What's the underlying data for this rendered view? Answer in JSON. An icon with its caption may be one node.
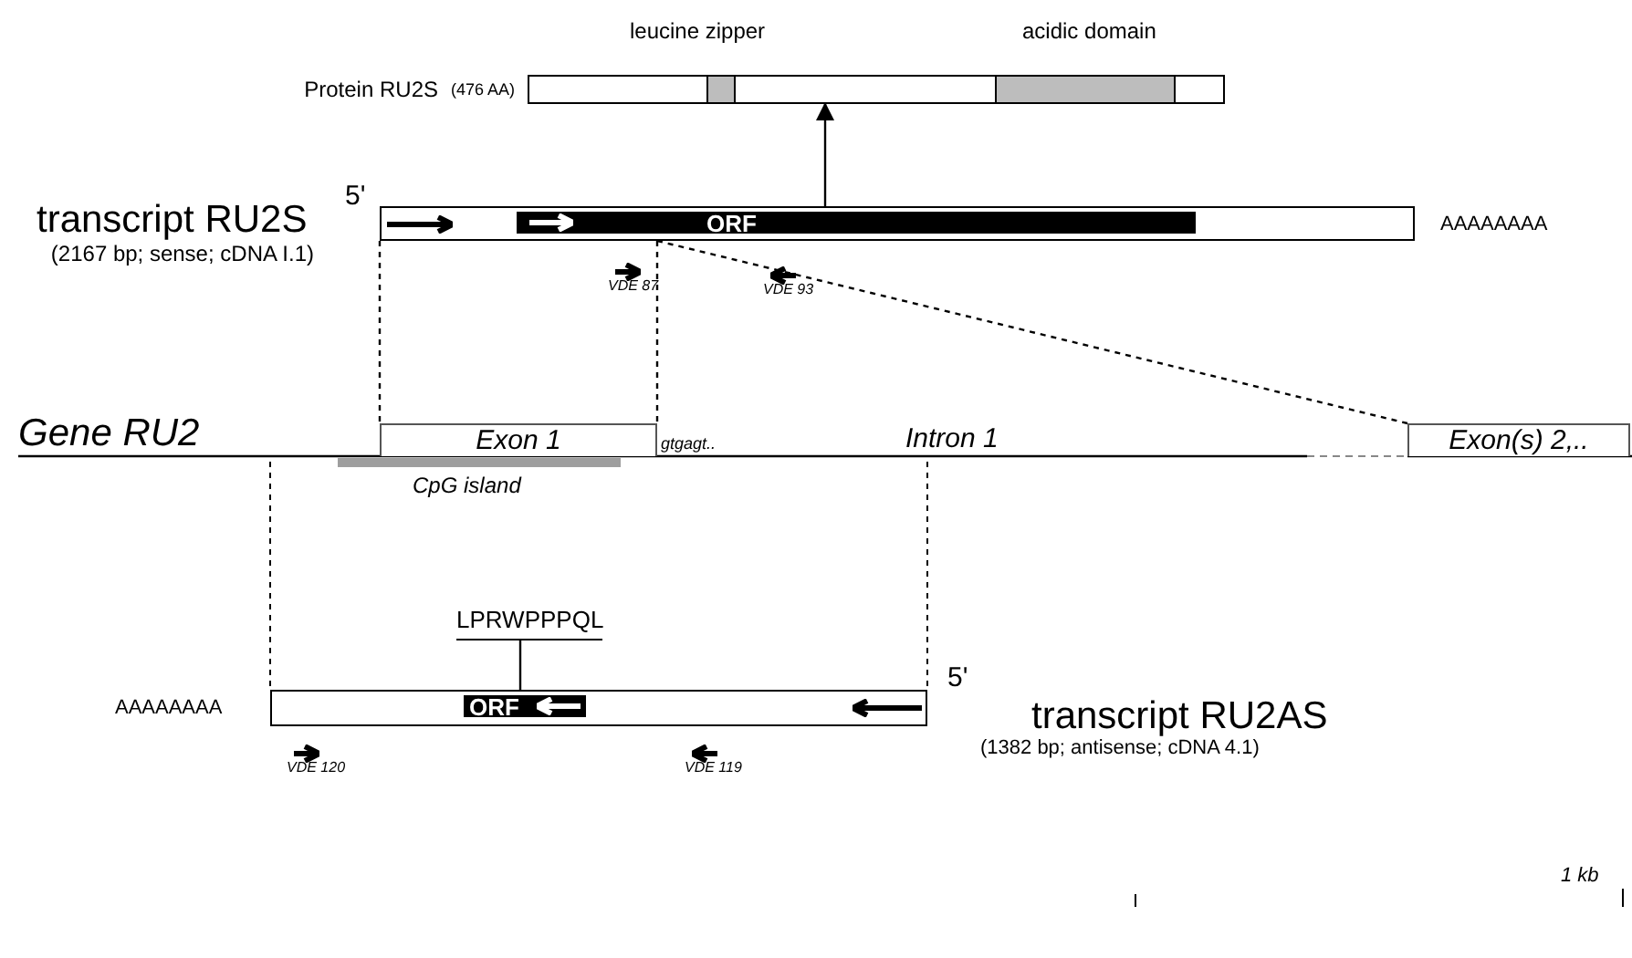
{
  "diagram": {
    "nodes": [
      {
        "text": [
          "Protein RU2S",
          "(476 AA)"
        ]
      },
      {
        "text": [
          "transcript RU2S",
          "(2167 bp; sense; cDNA I.1)"
        ],
        "beside": [
          "5'",
          "AAAAAAAA"
        ]
      },
      {
        "text": [
          "ORF"
        ],
        "in": 1
      },
      {
        "text": [
          "Exon 1"
        ]
      },
      {
        "text": [
          "Exon(s) 2,.."
        ]
      },
      {
        "text": [
          "LPRWPPPQL"
        ]
      },
      {
        "text": [
          "transcript RU2AS",
          "(1382 bp; antisense; cDNA 4.1)"
        ],
        "beside": [
          "AAAAAAAA",
          "5'"
        ]
      },
      {
        "text": [
          "ORF"
        ],
        "in": 6
      }
    ],
    "edges": [
      {
        "from": 1,
        "to": 0,
        "arrow": "to"
      },
      {
        "from": 1,
        "to": 3,
        "arrow": "none",
        "style": "dashed"
      },
      {
        "from": 1,
        "to": 3,
        "arrow": "none",
        "style": "dashed"
      },
      {
        "from": 1,
        "to": 4,
        "arrow": "none",
        "style": "dashed"
      },
      {
        "from": 5,
        "to": 7,
        "arrow": "none"
      }
    ],
    "labels": [
      "leucine zipper",
      "acidic domain",
      "VDE 87",
      "VDE 93",
      "Gene RU2",
      "gtgagt..",
      "Intron 1",
      "CpG island",
      "VDE 120",
      "VDE 119",
      "1 kb"
    ]
  }
}
